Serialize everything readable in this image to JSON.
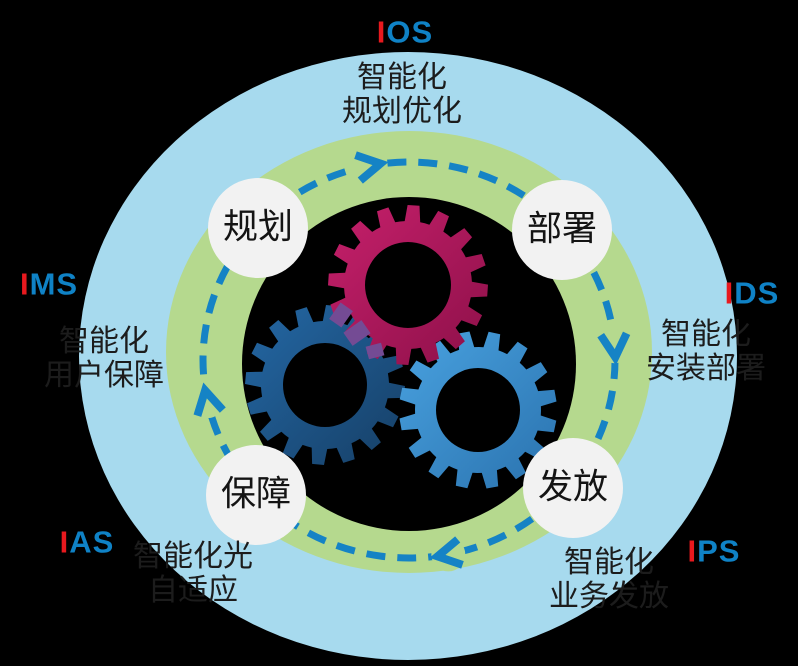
{
  "labels": {
    "ios": {
      "prefix": "I",
      "rest": "OS",
      "line1": "智能化",
      "line2": "规划优化"
    },
    "ids": {
      "prefix": "I",
      "rest": "DS",
      "line1": "智能化",
      "line2": "安装部署"
    },
    "ips": {
      "prefix": "I",
      "rest": "PS",
      "line1": "智能化",
      "line2": "业务发放"
    },
    "ias": {
      "prefix": "I",
      "rest": "AS",
      "line1": "智能化光",
      "line2": "自适应"
    },
    "ims": {
      "prefix": "I",
      "rest": "MS",
      "line1": "智能化",
      "line2": "用户保障"
    }
  },
  "badges": {
    "planning": "规划",
    "deployment": "部署",
    "provisioning": "发放",
    "assurance": "保障"
  },
  "icons": {
    "gears": "three-interlocking-gears-icon",
    "cycle_arrows": "clockwise-dashed-cycle-arrow-icon"
  },
  "colors": {
    "background": "#000000",
    "outer_ring": "#a7daee",
    "inner_ring": "#b5d98e",
    "arrow_blue": "#1583c5",
    "center_disc": "#000000",
    "badge_fill": "#f2f2f2",
    "gear_pink_light": "#c6206b",
    "gear_pink_dark": "#8d1049",
    "gear_dark_blue_light": "#2468a5",
    "gear_dark_blue_dark": "#163f66",
    "gear_light_blue_light": "#49a2e0",
    "gear_light_blue_dark": "#2a72ae",
    "gear_mesh_purple": "#744b94",
    "acronym_red": "#e8191e",
    "acronym_blue": "#0f82c6",
    "text_dark": "#1c1c1c"
  }
}
